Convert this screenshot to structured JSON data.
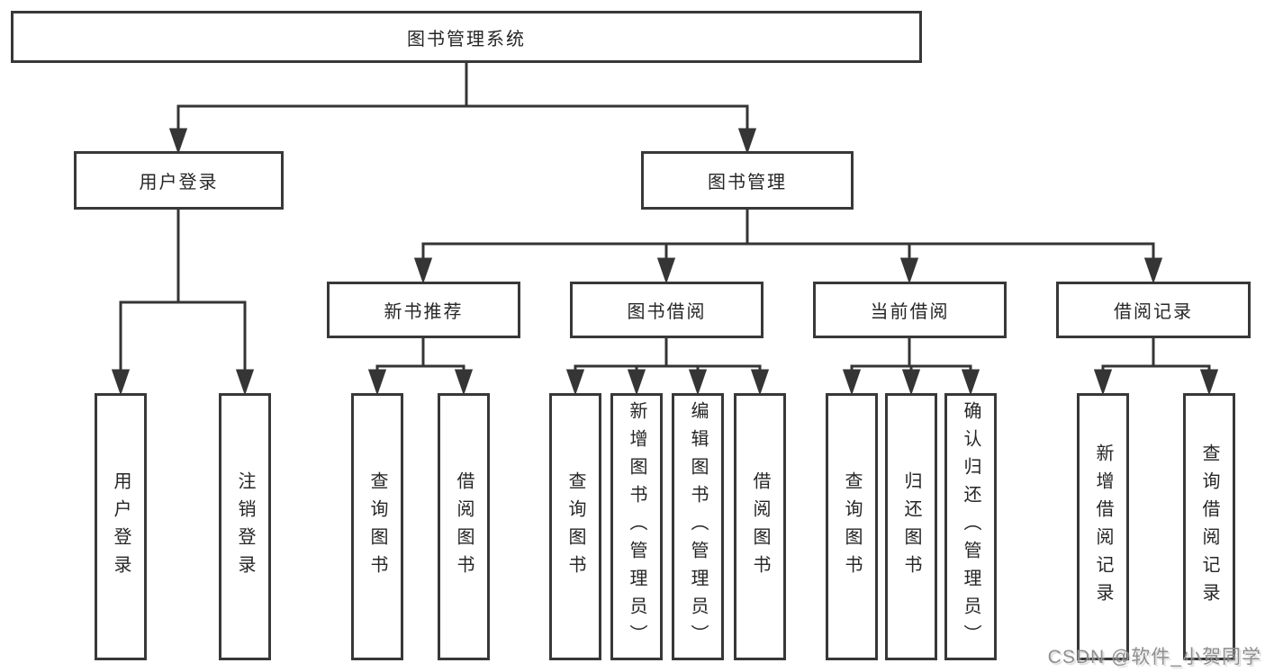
{
  "diagram": {
    "type": "hierarchy-tree",
    "root": {
      "label": "图书管理系统"
    },
    "branches": [
      {
        "label": "用户登录",
        "children": [
          {
            "label": "用户登录"
          },
          {
            "label": "注销登录"
          }
        ]
      },
      {
        "label": "图书管理",
        "children": [
          {
            "label": "新书推荐",
            "children": [
              {
                "label": "查询图书"
              },
              {
                "label": "借阅图书"
              }
            ]
          },
          {
            "label": "图书借阅",
            "children": [
              {
                "label": "查询图书"
              },
              {
                "label": "新增图书（管理员）"
              },
              {
                "label": "编辑图书（管理员）"
              },
              {
                "label": "借阅图书"
              }
            ]
          },
          {
            "label": "当前借阅",
            "children": [
              {
                "label": "查询图书"
              },
              {
                "label": "归还图书"
              },
              {
                "label": "确认归还（管理员）"
              }
            ]
          },
          {
            "label": "借阅记录",
            "children": [
              {
                "label": "新增借阅记录"
              },
              {
                "label": "查询借阅记录"
              }
            ]
          }
        ]
      }
    ],
    "watermark": "CSDN @软件_小贺同学",
    "colors": {
      "line": "#353535",
      "box_border": "#383838",
      "text": "#262626",
      "background": "#ffffff",
      "watermark": "#8f8f8f"
    }
  }
}
